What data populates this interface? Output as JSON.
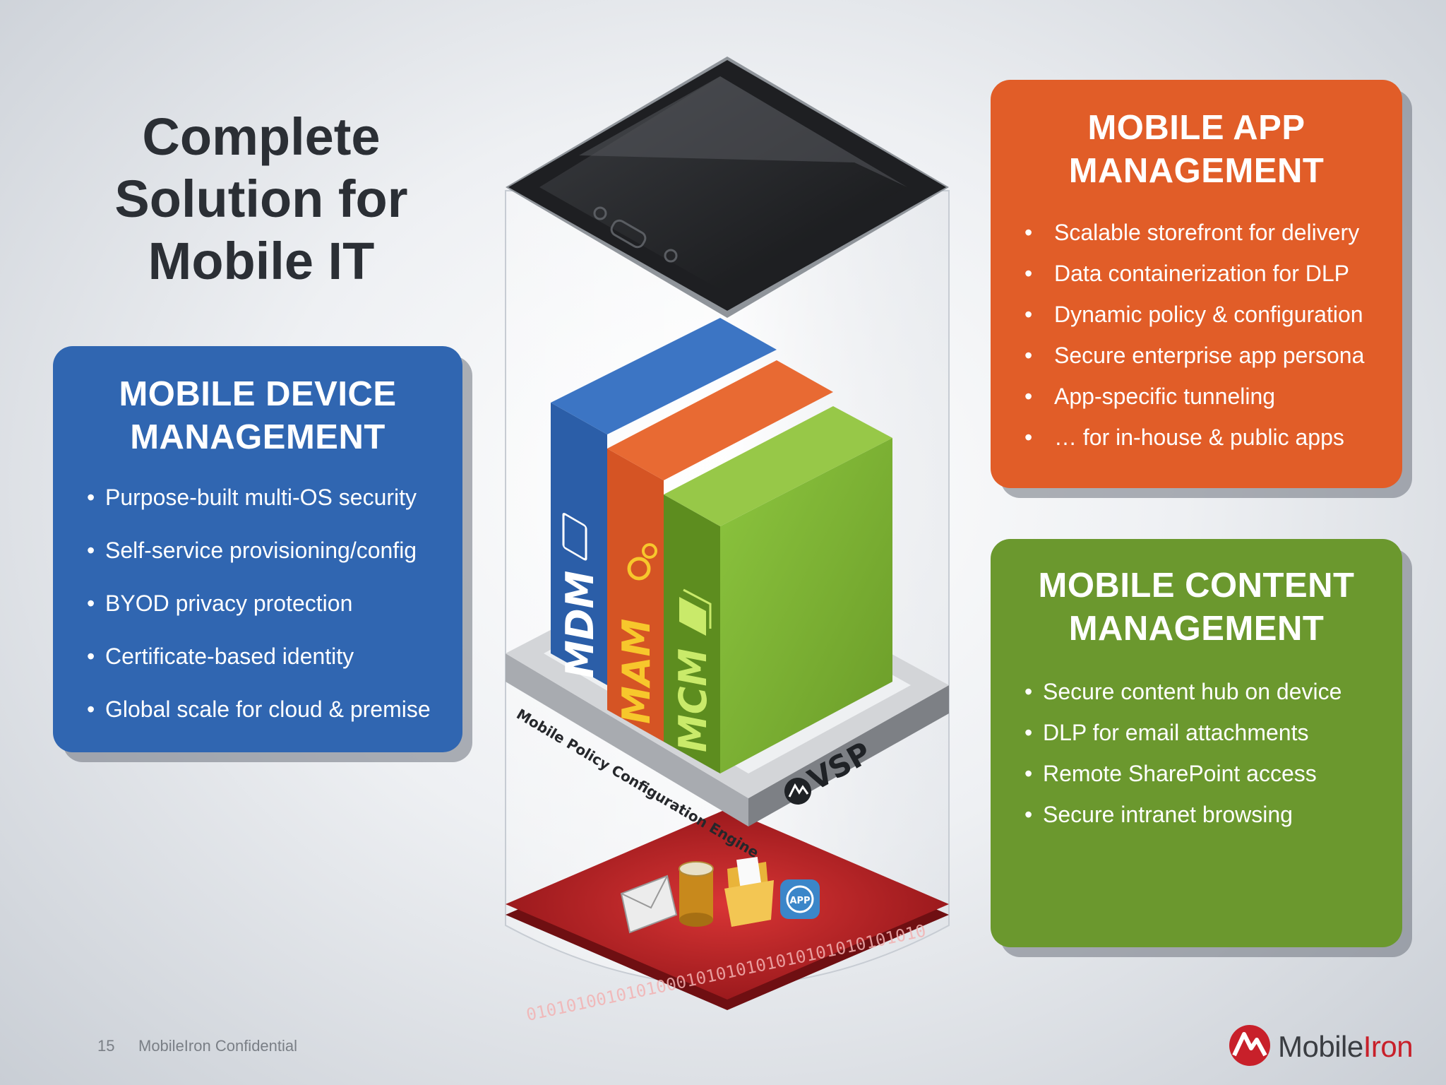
{
  "title": {
    "lines": [
      "Complete",
      "Solution for",
      "Mobile IT"
    ]
  },
  "mdm_card": {
    "heading": [
      "MOBILE DEVICE",
      "MANAGEMENT"
    ],
    "items": [
      "Purpose-built multi-OS security",
      "Self-service provisioning/config",
      "BYOD privacy protection",
      "Certificate-based identity",
      "Global scale for cloud & premise"
    ],
    "color": "#3066b1"
  },
  "mam_card": {
    "heading": [
      "MOBILE APP",
      "MANAGEMENT"
    ],
    "items": [
      "Scalable storefront for delivery",
      "Data containerization for DLP",
      "Dynamic policy & configuration",
      "Secure enterprise app persona",
      "App-specific tunneling",
      "… for in-house & public apps"
    ],
    "color": "#e15d28"
  },
  "mcm_card": {
    "heading": [
      "MOBILE CONTENT",
      "MANAGEMENT"
    ],
    "items": [
      "Secure content hub on device",
      "DLP for email attachments",
      "Remote SharePoint access",
      "Secure intranet browsing"
    ],
    "color": "#6b982e"
  },
  "stack": {
    "book_labels": [
      "MDM",
      "MAM",
      "MCM"
    ],
    "platform_label": "Mobile Policy Configuration Engine",
    "platform_brand": "VSP",
    "binary_text": "0101010010101000101010101010101010101010"
  },
  "footer": {
    "page_number": "15",
    "confidential": "MobileIron Confidential",
    "logo_text_a": "Mobile",
    "logo_text_b": "Iron"
  },
  "bullet": "•"
}
